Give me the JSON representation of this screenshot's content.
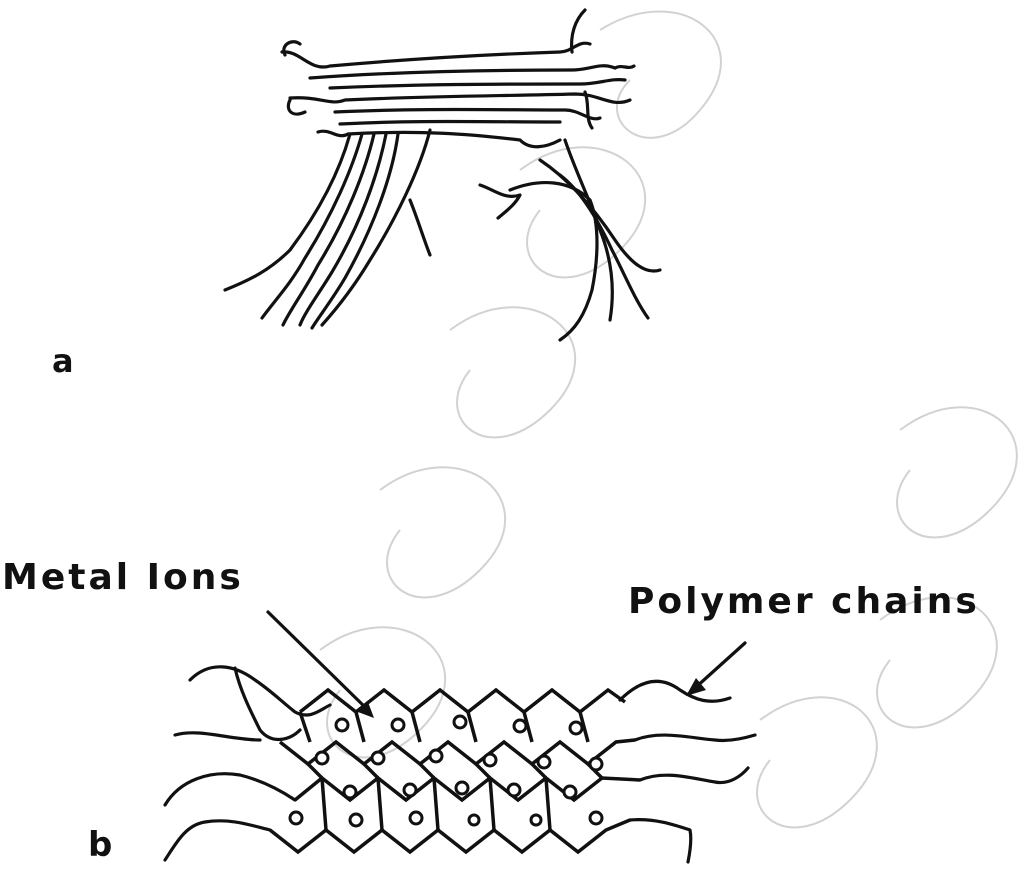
{
  "panels": {
    "a": {
      "label": "a"
    },
    "b": {
      "label": "b",
      "metal_ions_label": "Metal Ions",
      "polymer_chains_label": "Polymer chains"
    }
  },
  "colors": {
    "ink": "#111111",
    "background": "#ffffff",
    "watermark": "#d2d2d2"
  },
  "icons": {
    "metal_ion": "circle-icon"
  }
}
